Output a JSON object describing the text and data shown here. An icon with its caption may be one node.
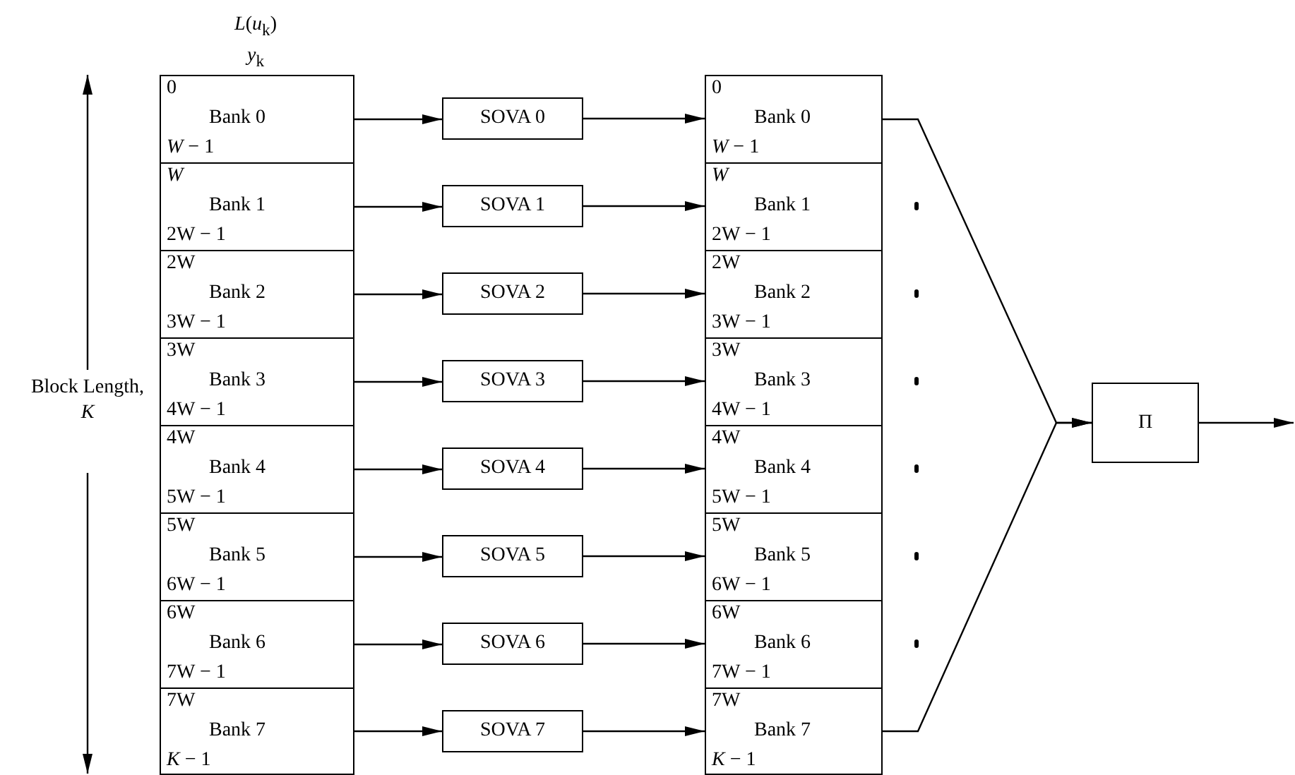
{
  "diagram": {
    "nodes": [
      {
        "text": [
          "0",
          "Bank 0",
          "*W* − 1"
        ]
      },
      {
        "text": [
          "*W*",
          "Bank 1",
          "2W − 1"
        ]
      },
      {
        "text": [
          "2W",
          "Bank 2",
          "3W − 1"
        ]
      },
      {
        "text": [
          "3W",
          "Bank 3",
          "4W − 1"
        ]
      },
      {
        "text": [
          "4W",
          "Bank 4",
          "5W − 1"
        ]
      },
      {
        "text": [
          "5W",
          "Bank 5",
          "6W − 1"
        ]
      },
      {
        "text": [
          "6W",
          "Bank 6",
          "7W − 1"
        ]
      },
      {
        "text": [
          "7W",
          "Bank 7",
          "*K* − 1"
        ]
      },
      {
        "text": [
          "SOVA 0"
        ]
      },
      {
        "text": [
          "SOVA 1"
        ]
      },
      {
        "text": [
          "SOVA 2"
        ]
      },
      {
        "text": [
          "SOVA 3"
        ]
      },
      {
        "text": [
          "SOVA 4"
        ]
      },
      {
        "text": [
          "SOVA 5"
        ]
      },
      {
        "text": [
          "SOVA 6"
        ]
      },
      {
        "text": [
          "SOVA 7"
        ]
      },
      {
        "text": [
          "0",
          "Bank 0",
          "*W* − 1"
        ]
      },
      {
        "text": [
          "*W*",
          "Bank 1",
          "2W − 1"
        ]
      },
      {
        "text": [
          "2W",
          "Bank 2",
          "3W − 1"
        ]
      },
      {
        "text": [
          "3W",
          "Bank 3",
          "4W − 1"
        ]
      },
      {
        "text": [
          "4W",
          "Bank 4",
          "5W − 1"
        ]
      },
      {
        "text": [
          "5W",
          "Bank 5",
          "6W − 1"
        ]
      },
      {
        "text": [
          "6W",
          "Bank 6",
          "7W − 1"
        ]
      },
      {
        "text": [
          "7W",
          "Bank 7",
          "*K* − 1"
        ]
      },
      {
        "text": [
          "Π"
        ]
      }
    ],
    "edges": [
      {
        "from": 0,
        "to": 8,
        "arrow": "to"
      },
      {
        "from": 1,
        "to": 9,
        "arrow": "to"
      },
      {
        "from": 2,
        "to": 10,
        "arrow": "to"
      },
      {
        "from": 3,
        "to": 11,
        "arrow": "to"
      },
      {
        "from": 4,
        "to": 12,
        "arrow": "to"
      },
      {
        "from": 5,
        "to": 13,
        "arrow": "to"
      },
      {
        "from": 6,
        "to": 14,
        "arrow": "to"
      },
      {
        "from": 7,
        "to": 15,
        "arrow": "to"
      },
      {
        "from": 8,
        "to": 16,
        "arrow": "to"
      },
      {
        "from": 9,
        "to": 17,
        "arrow": "to"
      },
      {
        "from": 10,
        "to": 18,
        "arrow": "to"
      },
      {
        "from": 11,
        "to": 19,
        "arrow": "to"
      },
      {
        "from": 12,
        "to": 20,
        "arrow": "to"
      },
      {
        "from": 13,
        "to": 21,
        "arrow": "to"
      },
      {
        "from": 14,
        "to": 22,
        "arrow": "to"
      },
      {
        "from": 15,
        "to": 23,
        "arrow": "to"
      },
      {
        "from": 16,
        "to": 24,
        "arrow": "to"
      },
      {
        "from": 23,
        "to": 24,
        "arrow": "to"
      },
      {
        "from": 24,
        "to": null,
        "arrow": "to"
      }
    ],
    "labels": [
      "*L*(*u*$_{k}$)",
      "*y*$_{k}$",
      "Block Length, *K*"
    ]
  }
}
